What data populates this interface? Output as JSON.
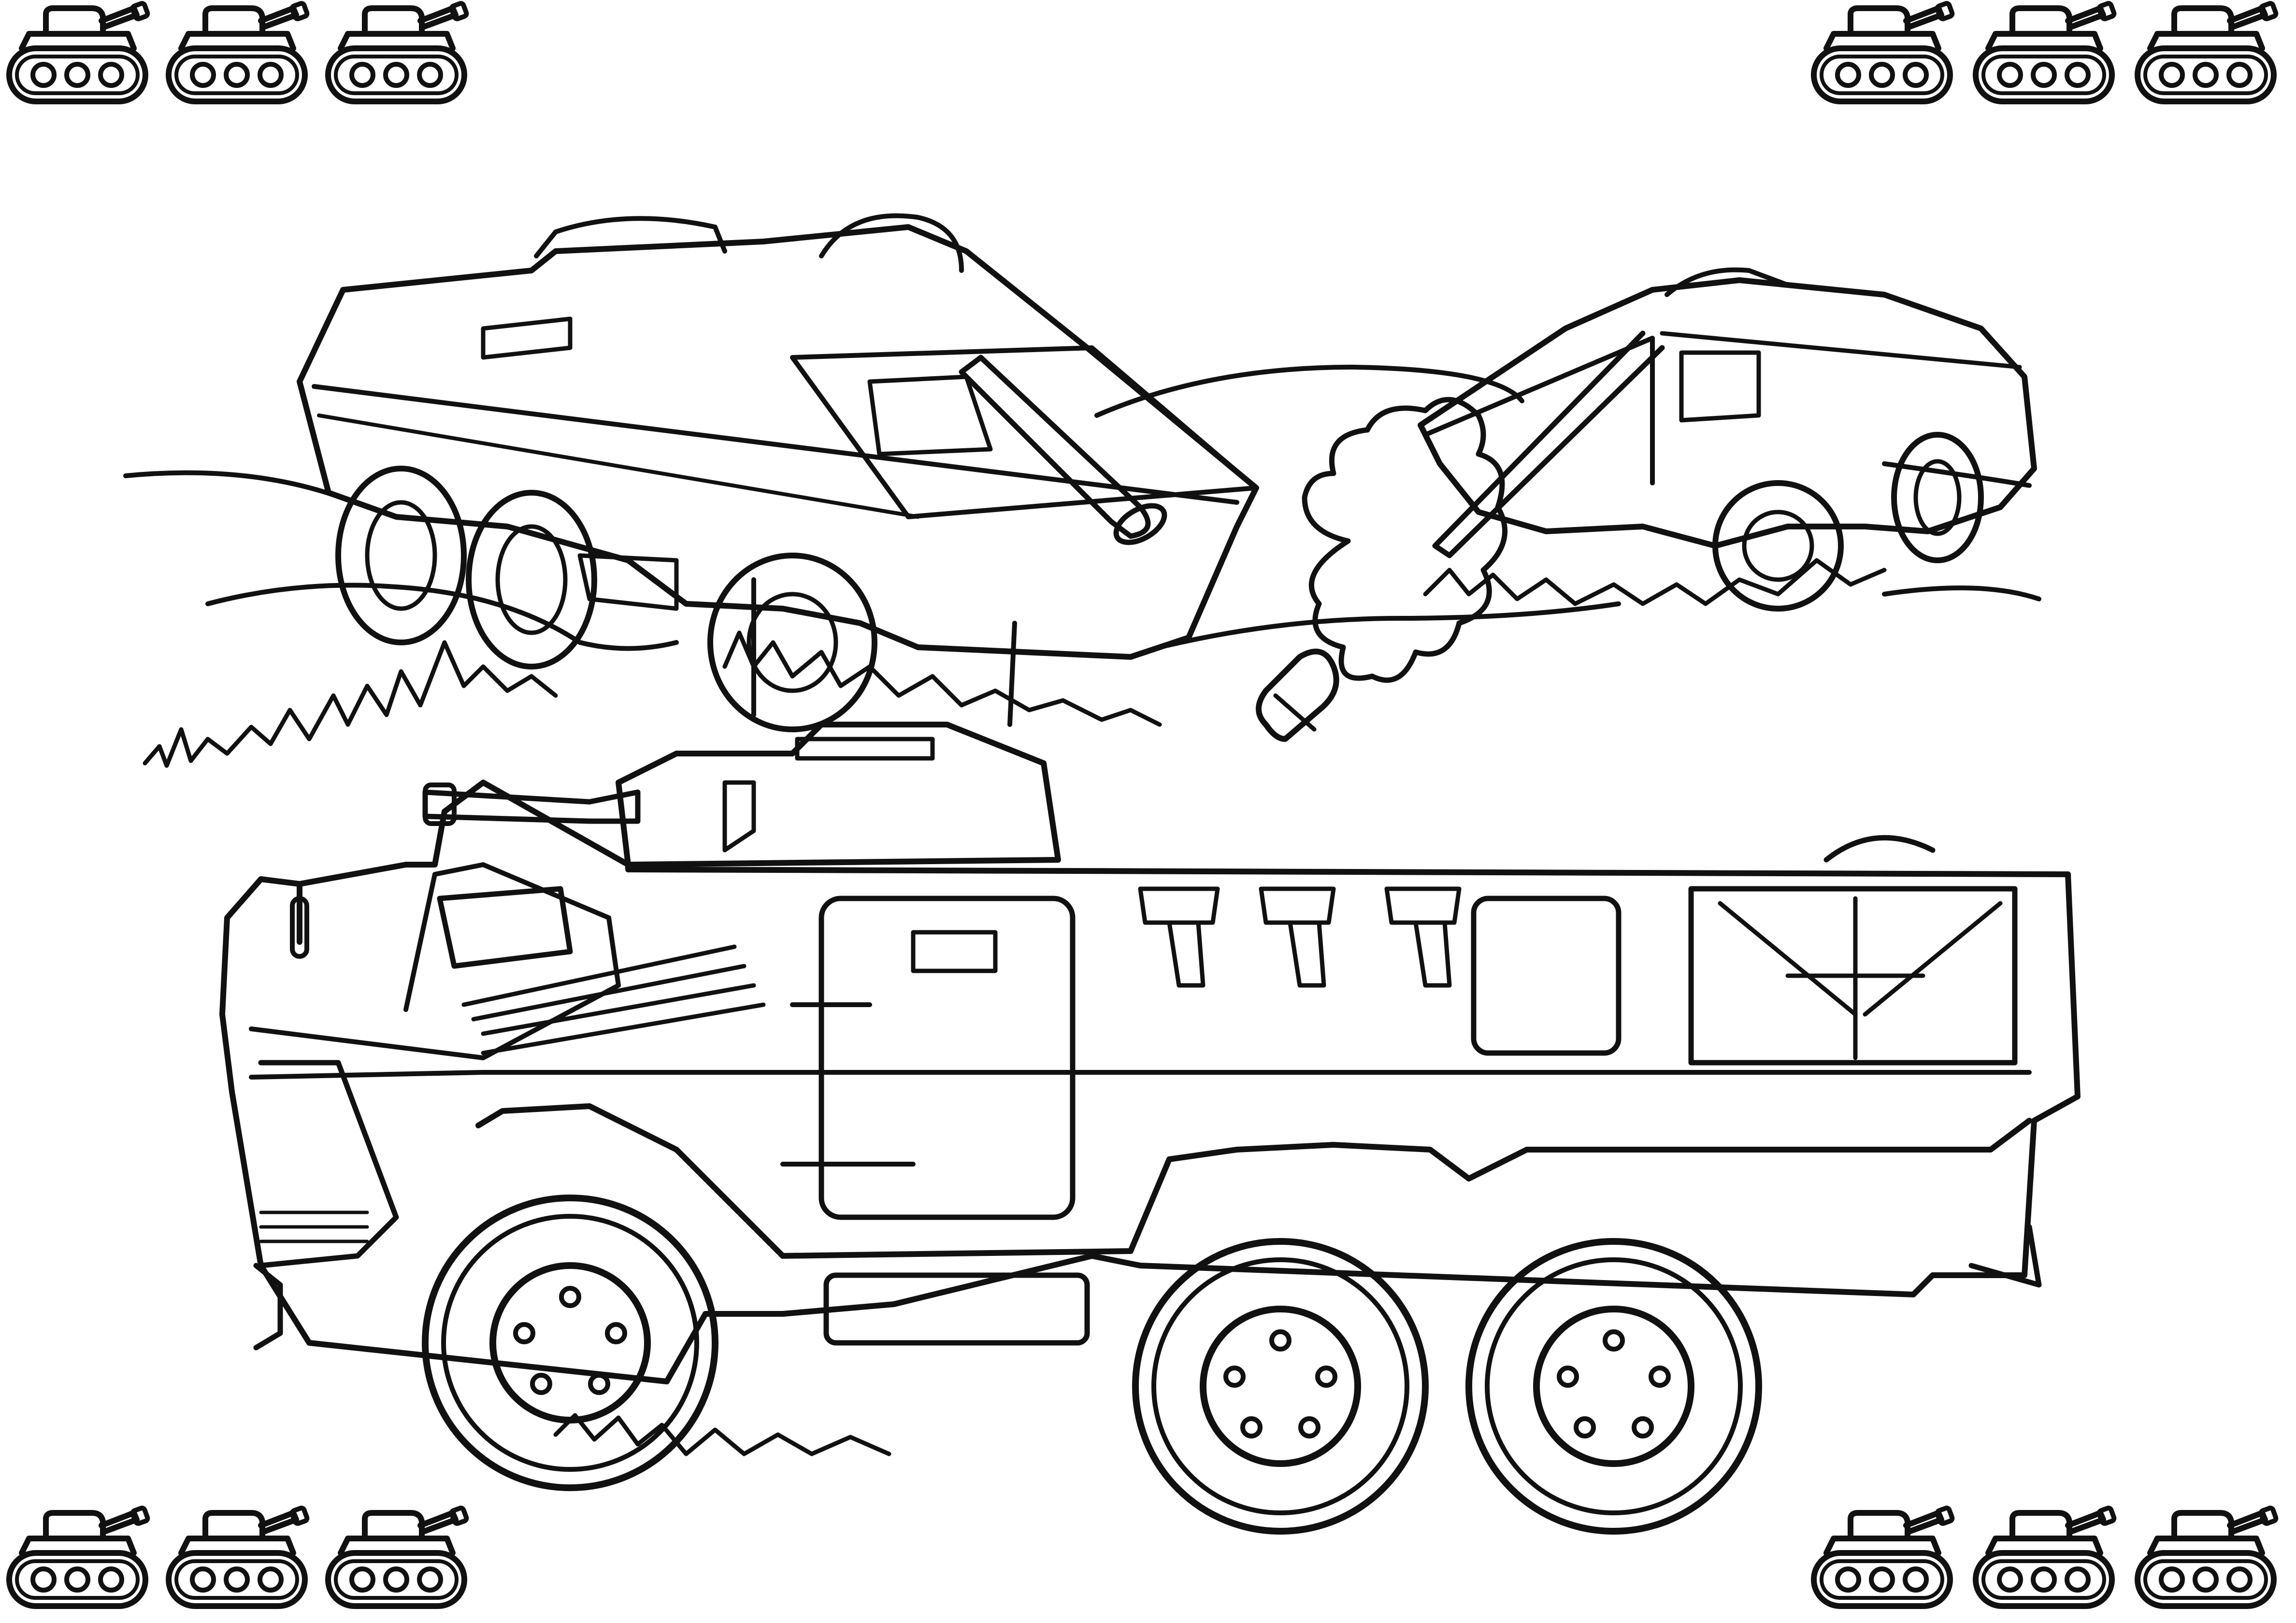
{
  "page": {
    "kind": "coloring-page",
    "background_color": "#ffffff",
    "line_color": "#111111"
  },
  "border": {
    "icon": "tank-icon",
    "top_left_count": 3,
    "top_right_count": 3,
    "bottom_left_count": 3,
    "bottom_right_count": 3
  },
  "scene": {
    "foreground_vehicle": "six-wheeled-armored-vehicle-icon",
    "background_left_vehicle": "armored-vehicle-icon",
    "background_right_vehicle": "armored-vehicle-icon",
    "projectile": "shell-icon",
    "smoke": "smoke-cloud-icon"
  }
}
